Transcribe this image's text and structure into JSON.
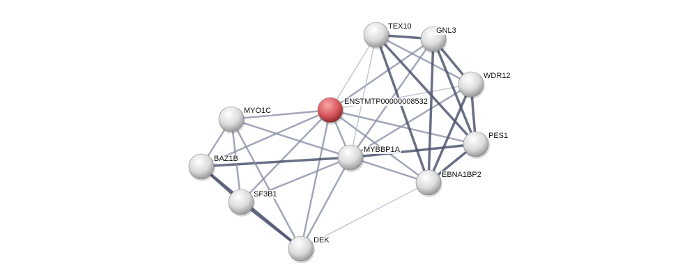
{
  "network": {
    "query_node": "ENSTMTP00000008532",
    "nodes": [
      {
        "id": "ENSTMTP00000008532",
        "label": "ENSTMTP00000008532",
        "color": "#d9595e"
      },
      {
        "id": "TEX10",
        "label": "TEX10",
        "color": "#e8e8e8"
      },
      {
        "id": "GNL3",
        "label": "GNL3",
        "color": "#e8e8e8"
      },
      {
        "id": "WDR12",
        "label": "WDR12",
        "color": "#e8e8e8"
      },
      {
        "id": "MYO1C",
        "label": "MYO1C",
        "color": "#e8e8e8"
      },
      {
        "id": "PES1",
        "label": "PES1",
        "color": "#e8e8e8"
      },
      {
        "id": "MYBBP1A",
        "label": "MYBBP1A",
        "color": "#e8e8e8"
      },
      {
        "id": "BAZ1B",
        "label": "BAZ1B",
        "color": "#e8e8e8"
      },
      {
        "id": "EBNA1BP2",
        "label": "EBNA1BP2",
        "color": "#e8e8e8"
      },
      {
        "id": "SF3B1",
        "label": "SF3B1",
        "color": "#e8e8e8"
      },
      {
        "id": "DEK",
        "label": "DEK",
        "color": "#e8e8e8"
      }
    ],
    "edges": [
      [
        "ENSTMTP00000008532",
        "TEX10"
      ],
      [
        "ENSTMTP00000008532",
        "GNL3"
      ],
      [
        "ENSTMTP00000008532",
        "WDR12"
      ],
      [
        "ENSTMTP00000008532",
        "PES1"
      ],
      [
        "ENSTMTP00000008532",
        "EBNA1BP2"
      ],
      [
        "ENSTMTP00000008532",
        "MYBBP1A"
      ],
      [
        "ENSTMTP00000008532",
        "MYO1C"
      ],
      [
        "ENSTMTP00000008532",
        "BAZ1B"
      ],
      [
        "ENSTMTP00000008532",
        "SF3B1"
      ],
      [
        "ENSTMTP00000008532",
        "DEK"
      ],
      [
        "MYBBP1A",
        "TEX10"
      ],
      [
        "MYBBP1A",
        "GNL3"
      ],
      [
        "MYBBP1A",
        "WDR12"
      ],
      [
        "MYBBP1A",
        "PES1"
      ],
      [
        "MYBBP1A",
        "EBNA1BP2"
      ],
      [
        "MYBBP1A",
        "BAZ1B"
      ],
      [
        "MYBBP1A",
        "SF3B1"
      ],
      [
        "MYBBP1A",
        "DEK"
      ],
      [
        "MYBBP1A",
        "MYO1C"
      ],
      [
        "TEX10",
        "GNL3"
      ],
      [
        "TEX10",
        "WDR12"
      ],
      [
        "TEX10",
        "PES1"
      ],
      [
        "TEX10",
        "EBNA1BP2"
      ],
      [
        "GNL3",
        "WDR12"
      ],
      [
        "GNL3",
        "PES1"
      ],
      [
        "GNL3",
        "EBNA1BP2"
      ],
      [
        "WDR12",
        "PES1"
      ],
      [
        "WDR12",
        "EBNA1BP2"
      ],
      [
        "PES1",
        "EBNA1BP2"
      ],
      [
        "EBNA1BP2",
        "DEK"
      ],
      [
        "MYO1C",
        "BAZ1B"
      ],
      [
        "MYO1C",
        "SF3B1"
      ],
      [
        "MYO1C",
        "DEK"
      ],
      [
        "BAZ1B",
        "SF3B1"
      ],
      [
        "BAZ1B",
        "DEK"
      ],
      [
        "SF3B1",
        "DEK"
      ]
    ]
  }
}
